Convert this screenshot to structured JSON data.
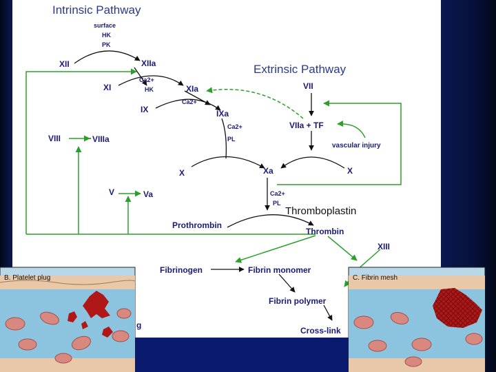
{
  "titles": {
    "intrinsic": "Intrinsic Pathway",
    "extrinsic": "Extrinsic Pathway"
  },
  "factors": {
    "xii": "XII",
    "xiia": "XIIa",
    "xi": "XI",
    "xia": "XIa",
    "ix": "IX",
    "ixa": "IXa",
    "vii": "VII",
    "viia_tf": "VIIa + TF",
    "vascular_injury": "vascular injury",
    "viii": "VIII",
    "viiia": "VIIIa",
    "x_left": "X",
    "xa": "Xa",
    "x_right": "X",
    "v": "V",
    "va": "Va",
    "thromboplastin": "Thromboplastin",
    "prothrombin": "Prothrombin",
    "thrombin": "Thrombin",
    "xiii": "XIII",
    "fibrinogen": "Fibrinogen",
    "fibrin_monomer": "Fibrin monomer",
    "fibrin_polymer": "Fibrin polymer",
    "cross_link": "Cross-link",
    "partial_g": "g"
  },
  "cofactors": {
    "surface": "surface",
    "hk1": "HK",
    "pk": "PK",
    "ca_1": "Ca2+",
    "hk2": "HK",
    "ca_2": "Ca2+",
    "ca_3": "Ca2+",
    "pl_1": "PL",
    "ca_4": "Ca2+",
    "pl_2": "PL"
  },
  "insets": {
    "platelet_plug": "B. Platelet plug",
    "fibrin_mesh": "C. Fibrin mesh"
  },
  "colors": {
    "factor_text": "#1a1a78",
    "feedback_arrow": "#2aa02a",
    "title": "#2a3a8a",
    "clot": "#b01818"
  }
}
